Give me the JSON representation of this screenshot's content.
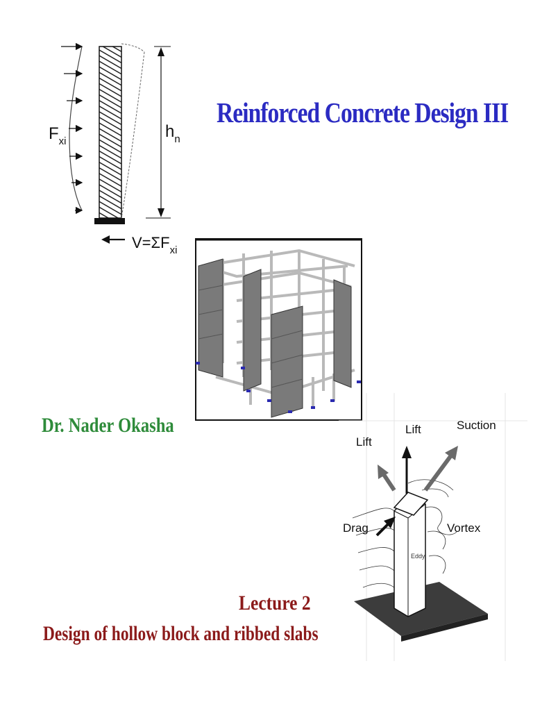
{
  "colors": {
    "title": "#2b2bc2",
    "author": "#2e8b3a",
    "lecture": "#8b1a1a",
    "ink": "#111111",
    "wall": "#7a7a7a",
    "frame": "#b9b9b9",
    "support": "#2a2ab0"
  },
  "title": "Reinforced Concrete Design III",
  "author": "Dr. Nader Okasha",
  "lecture": {
    "number": "Lecture 2",
    "topic": "Design of hollow block and ribbed slabs"
  },
  "shear_diagram": {
    "force_label": "F",
    "force_sub": "xi",
    "height_label": "h",
    "height_sub": "n",
    "base_shear_label": "V=ΣF",
    "base_shear_sub": "xi"
  },
  "wind_diagram": {
    "labels": {
      "lift_left": "Lift",
      "lift_top": "Lift",
      "suction": "Suction",
      "drag": "Drag",
      "vortex": "Vortex",
      "eddy": "Eddy"
    }
  },
  "icons": [
    "force-arrow-icon",
    "support-node-icon"
  ]
}
